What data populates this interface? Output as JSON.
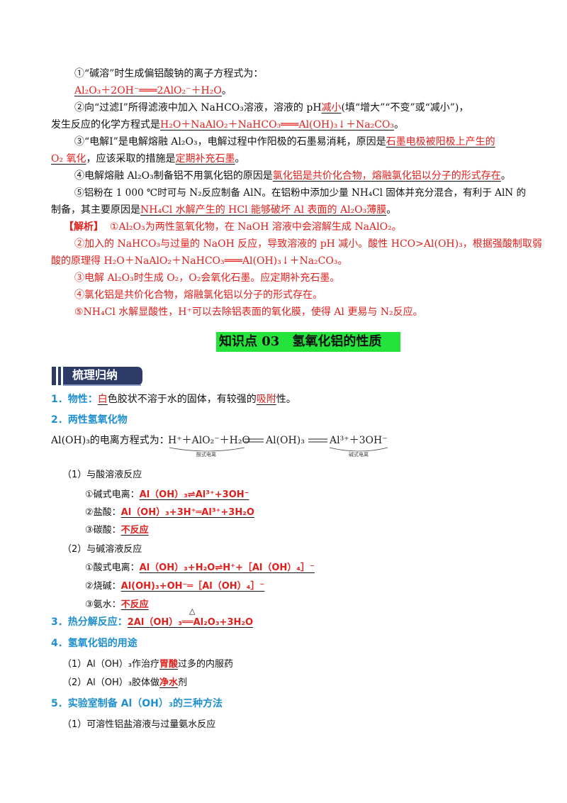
{
  "q1": {
    "prompt": "①“碱溶”时生成偏铝酸钠的离子方程式为：",
    "answer": "Al₂O₃＋2OH⁻═══2AlO₂⁻＋H₂O",
    "tail": "。"
  },
  "q2": {
    "prompt_a": "②向“过滤Ⅰ”所得滤液中加入 NaHCO₃溶液，溶液的 pH",
    "answer_a": "减小",
    "prompt_b": "(填“增大”“不变”或“减小”)，",
    "prompt_c": "发生反应的化学方程式是",
    "answer_b": "H₂O＋NaAlO₂＋NaHCO₃═══Al(OH)₃↓＋Na₂CO₃",
    "tail": "。"
  },
  "q3": {
    "prompt_a": "③“电解Ⅰ”是电解熔融 Al₂O₃，电解过程中作阳极的石墨易消耗，原因是",
    "answer_a1": "石墨电极被阳极上产生的",
    "answer_a2": "O₂ 氧化",
    "prompt_b": "，应该采取的措施是",
    "answer_b": "定期补充石墨",
    "tail": "。"
  },
  "q4": {
    "prompt": "④电解熔融 Al₂O₃制备铝不用氯化铝的原因是",
    "answer": "氯化铝是共价化合物，熔融氯化铝以分子的形式存在",
    "tail": "。"
  },
  "q5": {
    "prompt_a": "⑤铝粉在 1 000 ℃时可与 N₂反应制备 AlN。在铝粉中添加少量 NH₄Cl 固体并充分混合，有利于 AlN 的",
    "prompt_b": "制备，其主要原因是",
    "answer": "NH₄Cl 水解产生的 HCl 能够破坏 Al 表面的 Al₂O₃薄膜",
    "tail": "。"
  },
  "analysis": {
    "label": "【解析】",
    "l1": "①Al₂O₃为两性氢氧化物，在 NaOH 溶液中会溶解生成 NaAlO₂。",
    "l2": "②加入的 NaHCO₃与过量的 NaOH 反应，导致溶液的 pH 减小。酸性 HCO>Al(OH)₃，根据强酸制取弱",
    "l3": "酸的原理得 H₂O＋NaAlO₂＋NaHCO₃═══Al(OH)₃↓＋Na₂CO₃。",
    "l4": "③电解 Al₂O₃时生成 O₂，O₂会氧化石墨。应定期补充石墨。",
    "l5": "④氯化铝是共价化合物，熔融氯化铝以分子的形式存在。",
    "l6": "⑤NH₄Cl 水解显酸性，H⁺可以去除铝表面的氧化膜，使得 Al 更易与 N₂反应。"
  },
  "section_heading": "知识点 03　氢氧化铝的性质",
  "badge_label": "梳理归纳",
  "p1": {
    "num": "1．物性：",
    "blank": "白",
    "a": "色胶状不溶于水的固体，有较强的",
    "blank2": "吸附",
    "b": "性。"
  },
  "p2": {
    "title": "2．两性氢氧化物",
    "ionization_prefix": "Al(OH)₃的电离方程式为：",
    "eq_left": "H⁺＋AlO₂⁻＋H₂O",
    "eq_mid": "Al(OH)₃",
    "eq_right": "Al³⁺＋3OH⁻",
    "eq_note_left": "酸式电离",
    "eq_note_right": "碱式电离"
  },
  "acid": {
    "title": "（1）与酸溶液反应",
    "i1_label": "①碱式电离：",
    "i1": "Al（OH）₃⇌Al³⁺+3OH⁻",
    "i2_label": "②盐酸：",
    "i2": "Al（OH）₃+3H⁺═Al³⁺+3H₂O",
    "i3_label": "③碳酸：",
    "i3": "不反应"
  },
  "base": {
    "title": "（2）与碱溶液反应",
    "i1_label": "①酸式电离：",
    "i1": "Al（OH）₃+H₂O⇌H⁺+［Al（OH）₄］⁻",
    "i2_label": "②烧碱：",
    "i2": "Al(OH)₃+OH⁻═［Al（OH）₄］⁻",
    "i3_label": "③氨水：",
    "i3": "不反应"
  },
  "p3": {
    "title": "3．热分解反应：",
    "eq": "2Al（OH）₃══Al₂O₃+3H₂O",
    "cond": "△"
  },
  "p4": {
    "title": "4．氢氧化铝的用途",
    "i1_a": "（1）Al（OH）₃作治疗",
    "i1_blank": "胃酸",
    "i1_b": "过多的内服药",
    "i2_a": "（2）Al（OH）₃胶体做",
    "i2_blank": "净水",
    "i2_b": "剂"
  },
  "p5": {
    "title": "5．实验室制备 Al（OH）₃的三种方法",
    "i1": "（1）可溶性铝盐溶液与过量氨水反应"
  },
  "colors": {
    "answer": "#e0201c",
    "heading_blue": "#1f8fd0",
    "highlight": "#24e33a",
    "badge": "#2b3a66"
  }
}
